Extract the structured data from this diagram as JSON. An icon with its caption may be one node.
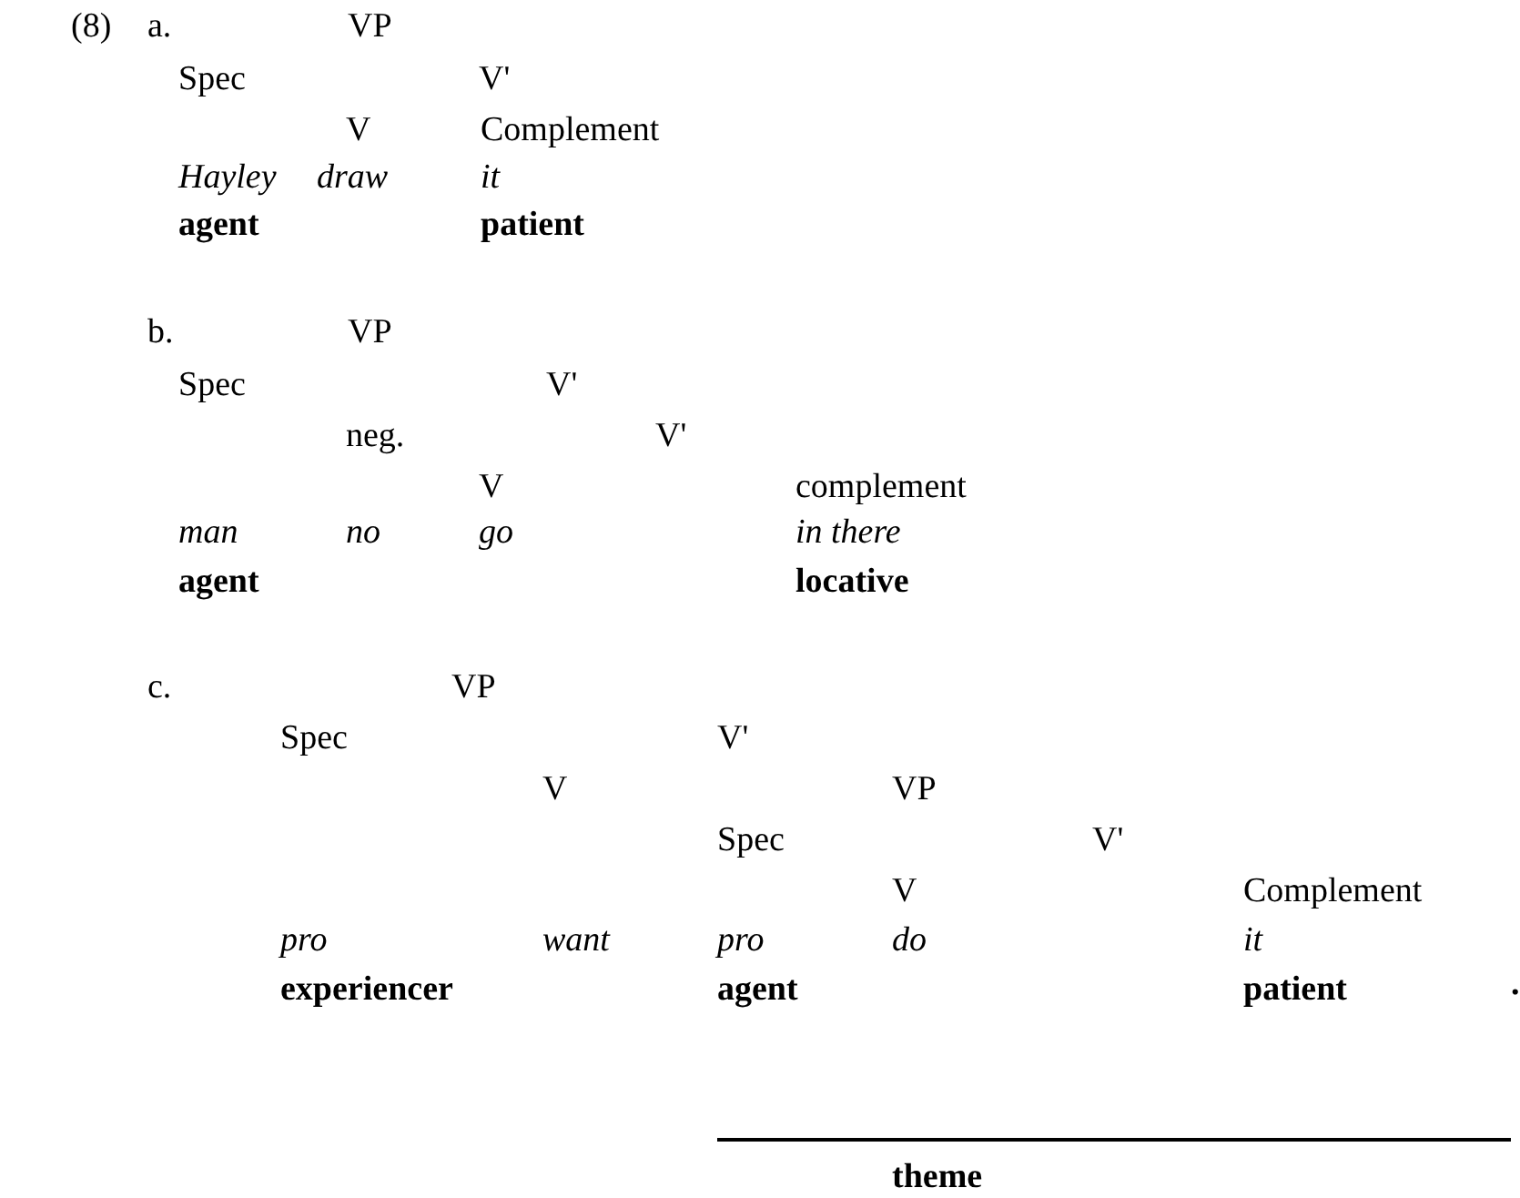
{
  "diagram": {
    "labels": [
      "(8)",
      "a.",
      "VP",
      "Spec",
      "V'",
      "V",
      "Complement",
      "Hayley",
      "draw",
      "it",
      "agent",
      "patient",
      "b.",
      "VP",
      "Spec",
      "V'",
      "neg.",
      "V'",
      "V",
      "complement",
      "man",
      "no",
      "go",
      "in there",
      "agent",
      "locative",
      "c.",
      "VP",
      "Spec",
      "V'",
      "V",
      "VP",
      "Spec",
      "V'",
      "V",
      "Complement",
      "pro",
      "want",
      "pro",
      "do",
      "it",
      "experiencer",
      "agent",
      "patient",
      ".",
      "theme"
    ]
  }
}
